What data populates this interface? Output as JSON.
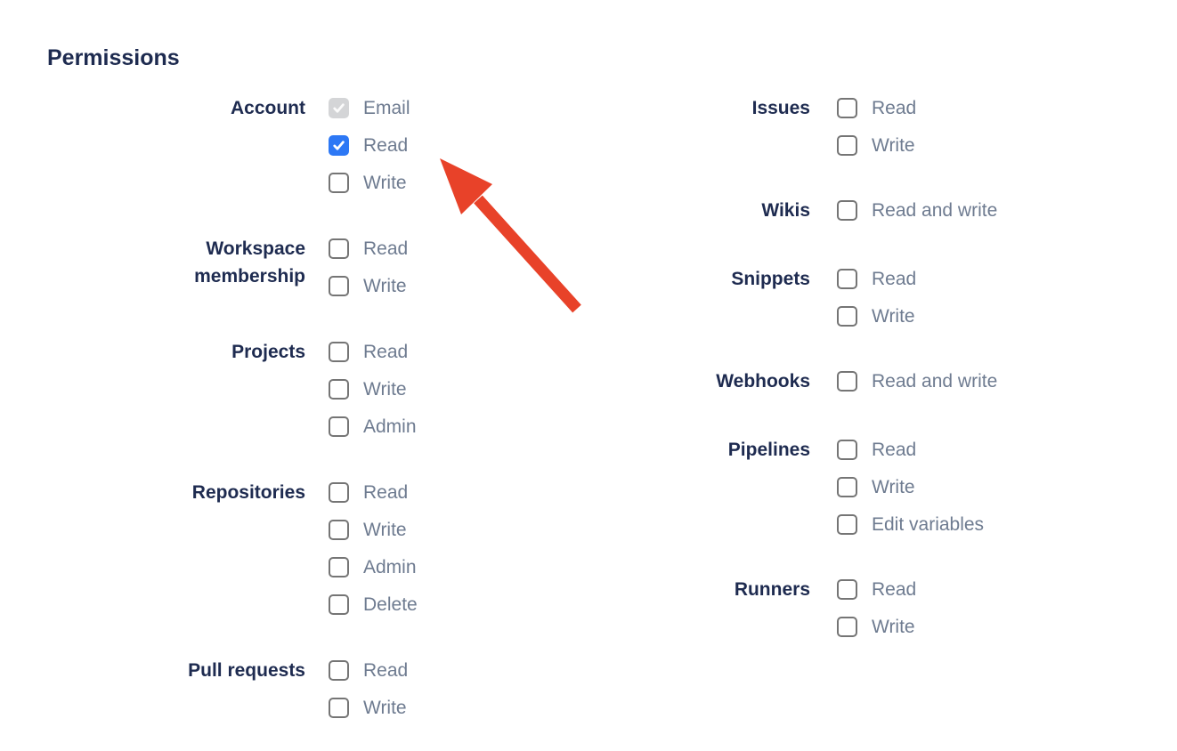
{
  "title": "Permissions",
  "colors": {
    "heading_navy": "#1e2b50",
    "option_label_gray": "#6e7b90",
    "checkbox_border_gray": "#757575",
    "checkbox_checked_blue": "#2d78f5",
    "checkbox_disabled_gray": "#d4d5d7",
    "arrow_red": "#e84229"
  },
  "columns": [
    {
      "name": "left",
      "groups": [
        {
          "label": "Account",
          "options": [
            {
              "label": "Email",
              "checked": true,
              "disabled": true
            },
            {
              "label": "Read",
              "checked": true,
              "disabled": false
            },
            {
              "label": "Write",
              "checked": false,
              "disabled": false
            }
          ]
        },
        {
          "label": "Workspace membership",
          "options": [
            {
              "label": "Read",
              "checked": false,
              "disabled": false
            },
            {
              "label": "Write",
              "checked": false,
              "disabled": false
            }
          ]
        },
        {
          "label": "Projects",
          "options": [
            {
              "label": "Read",
              "checked": false,
              "disabled": false
            },
            {
              "label": "Write",
              "checked": false,
              "disabled": false
            },
            {
              "label": "Admin",
              "checked": false,
              "disabled": false
            }
          ]
        },
        {
          "label": "Repositories",
          "options": [
            {
              "label": "Read",
              "checked": false,
              "disabled": false
            },
            {
              "label": "Write",
              "checked": false,
              "disabled": false
            },
            {
              "label": "Admin",
              "checked": false,
              "disabled": false
            },
            {
              "label": "Delete",
              "checked": false,
              "disabled": false
            }
          ]
        },
        {
          "label": "Pull requests",
          "options": [
            {
              "label": "Read",
              "checked": false,
              "disabled": false
            },
            {
              "label": "Write",
              "checked": false,
              "disabled": false
            }
          ]
        }
      ]
    },
    {
      "name": "right",
      "groups": [
        {
          "label": "Issues",
          "options": [
            {
              "label": "Read",
              "checked": false,
              "disabled": false
            },
            {
              "label": "Write",
              "checked": false,
              "disabled": false
            }
          ]
        },
        {
          "label": "Wikis",
          "options": [
            {
              "label": "Read and write",
              "checked": false,
              "disabled": false
            }
          ]
        },
        {
          "label": "Snippets",
          "options": [
            {
              "label": "Read",
              "checked": false,
              "disabled": false
            },
            {
              "label": "Write",
              "checked": false,
              "disabled": false
            }
          ]
        },
        {
          "label": "Webhooks",
          "options": [
            {
              "label": "Read and write",
              "checked": false,
              "disabled": false
            }
          ]
        },
        {
          "label": "Pipelines",
          "options": [
            {
              "label": "Read",
              "checked": false,
              "disabled": false
            },
            {
              "label": "Write",
              "checked": false,
              "disabled": false
            },
            {
              "label": "Edit variables",
              "checked": false,
              "disabled": false
            }
          ]
        },
        {
          "label": "Runners",
          "options": [
            {
              "label": "Read",
              "checked": false,
              "disabled": false
            },
            {
              "label": "Write",
              "checked": false,
              "disabled": false
            }
          ]
        }
      ]
    }
  ],
  "annotation": {
    "type": "arrow",
    "points_at": "Account Read checkbox"
  }
}
